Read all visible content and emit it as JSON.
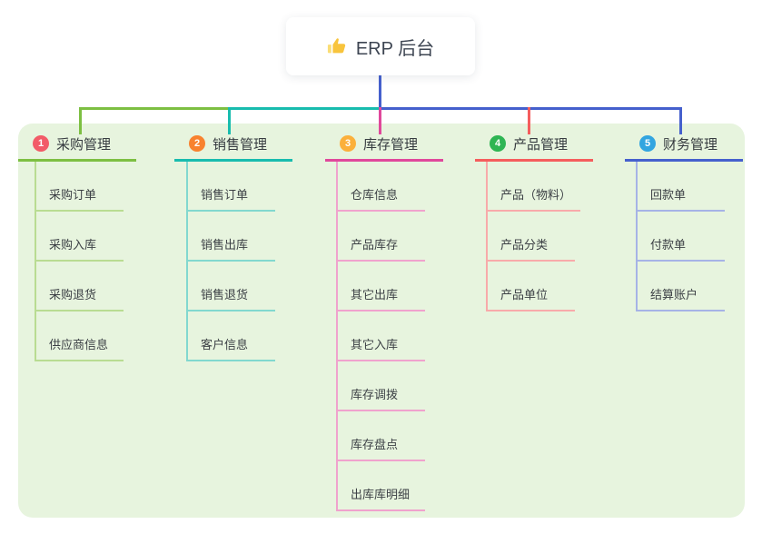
{
  "root": {
    "label": "ERP 后台",
    "icon": "thumbs-up-icon"
  },
  "colors": {
    "page_bg": "#ffffff",
    "panel_bg": "#e7f4de",
    "root_text": "#3d4552",
    "connector_blue": "#4560cd",
    "thumb_gold": "#f8c43c"
  },
  "branches": [
    {
      "number": "1",
      "label": "采购管理",
      "badge_color": "#f25b68",
      "line_color": "#7dbf42",
      "child_line_color": "#b9dc92",
      "children": [
        "采购订单",
        "采购入库",
        "采购退货",
        "供应商信息"
      ]
    },
    {
      "number": "2",
      "label": "销售管理",
      "badge_color": "#f8822f",
      "line_color": "#18bcae",
      "child_line_color": "#82d8cf",
      "children": [
        "销售订单",
        "销售出库",
        "销售退货",
        "客户信息"
      ]
    },
    {
      "number": "3",
      "label": "库存管理",
      "badge_color": "#fbb03b",
      "line_color": "#e0489b",
      "child_line_color": "#f0a2cd",
      "children": [
        "仓库信息",
        "产品库存",
        "其它出库",
        "其它入库",
        "库存调拨",
        "库存盘点",
        "出库库明细"
      ]
    },
    {
      "number": "4",
      "label": "产品管理",
      "badge_color": "#2eb553",
      "line_color": "#f55d5d",
      "child_line_color": "#f8aaaa",
      "children": [
        "产品（物料）",
        "产品分类",
        "产品单位"
      ]
    },
    {
      "number": "5",
      "label": "财务管理",
      "badge_color": "#32a5e0",
      "line_color": "#4560cd",
      "child_line_color": "#a6b3e6",
      "children": [
        "回款单",
        "付款单",
        "结算账户"
      ]
    }
  ]
}
